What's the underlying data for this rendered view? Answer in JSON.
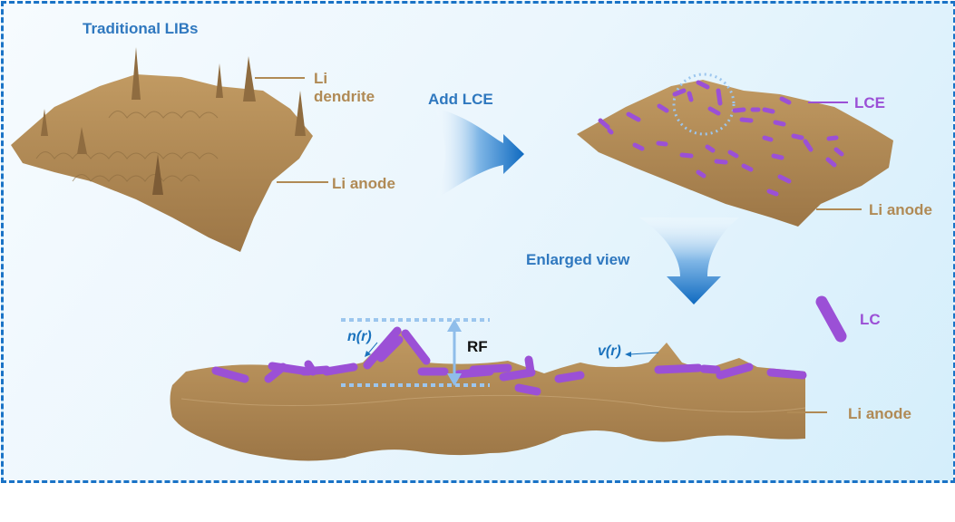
{
  "title": "Traditional LIBs",
  "panels": {
    "traditional": {
      "title": "Traditional LIBs",
      "labels": {
        "dendrite": "Li\ndendrite",
        "dendrite_line1": "Li",
        "dendrite_line2": "dendrite",
        "anode": "Li anode"
      }
    },
    "arrow_add": {
      "label": "Add LCE"
    },
    "lce_surface": {
      "labels": {
        "lce": "LCE",
        "anode": "Li anode"
      }
    },
    "arrow_enlarge": {
      "label": "Enlarged view"
    },
    "enlarged": {
      "labels": {
        "nr": "n(r)",
        "rf": "RF",
        "vr": "v(r)",
        "lc": "LC",
        "anode": "Li anode"
      }
    }
  },
  "colors": {
    "border": "#1a73c6",
    "heading_blue": "#2f78bf",
    "anode_brown": "#a98454",
    "label_brown": "#b08a55",
    "lc_purple": "#9b50d6",
    "arrow_blue": "#1a72bd",
    "guide_dots": "#9cc6ee"
  }
}
